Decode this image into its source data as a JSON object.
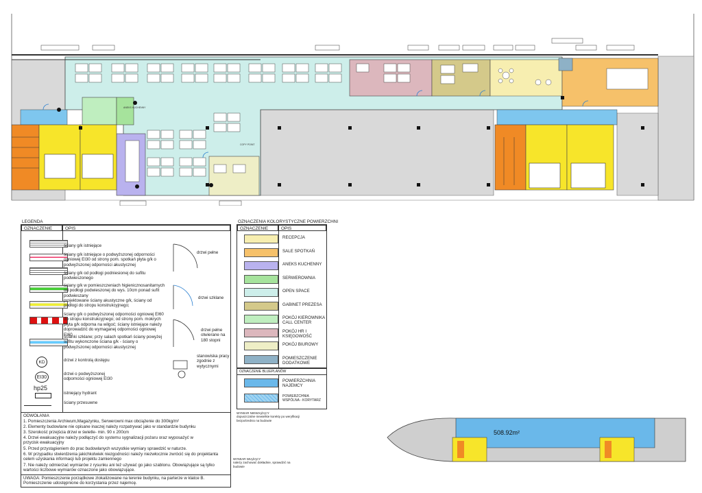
{
  "legend": {
    "title": "LEGENDA",
    "col_code": "OZNACZENIE",
    "col_desc": "OPIS",
    "items": [
      {
        "text": "ściany g/k istniejące"
      },
      {
        "text": "ściany g/k istniejące o podwyższonej odporności ogniowej EI30 od strony pom. spotkań płyta g/k o podwyższonej odporności akustycznej"
      },
      {
        "text": "ściany g/k od podłogi podniesionej do sufitu podwieszonego"
      },
      {
        "text": "ściany g/k w pomieszczeniach higienicznosanitarnych od podłogi podwieszonej do wys. 10cm ponad sufit podwieszany"
      },
      {
        "text": "projektowane ściany akustyczne g/k, ściany od podłogi do stropu konstrukcyjnego;"
      },
      {
        "text": "ściany g/k o podwyższonej odporności ogniowej EI60 do stropu konstrukcyjnego; od strony pom. mokrych płyta g/k odporna na wilgoć; ściany istniejące należy doprowadzić do wymaganej odporności ogniowej EI60"
      },
      {
        "text": "ścianki szklane; przy salach spotkań ściany powyżej sufitu wykonczone ściana g/k - ściany o podwyższonej odporności akustycznej"
      },
      {
        "text": "drzwi z kontrolą dostępu",
        "symbol": "KD"
      },
      {
        "text": "drzwi o podwyższonej odporności ogniowej EI30",
        "symbol": "EI30"
      },
      {
        "text": "istniejący hydrant",
        "symbol": "hp25"
      },
      {
        "text": "ściany przesuwne"
      }
    ],
    "door_items": [
      {
        "text": "drzwi pełne"
      },
      {
        "text": "drzwi szklane"
      },
      {
        "text": "drzwi pełne otwierane na 180 stopni"
      },
      {
        "text": "stanowiska pracy zgodnie z wytycznymi"
      }
    ],
    "notes_title": "ODWOŁANIA",
    "notes": [
      "1. Pomieszczenia Archiwum,Magazynku, Serwerowni max obciążenie do 300kg/m²",
      "2. Elementy budowlane nie opisane inaczej należy rozpatrywać jako w standardzie budynku",
      "3. Szerokość przejścia drzwi w świetle- min. 90 x 200cm",
      "4. Drzwi ewakuacyjne należy podłączyć do systemu sygnalizacji pożaru oraz wyposażyć w przycisk ewakuacyjny",
      "5. Przed przystąpieniem do prac budowlanych wszystkie wymiary sprawdzić w naturze.",
      "6. W przypadku stwierdzenia jakichkolwiek niezgodności należy niezwłocznie zwrócić się do projektanta celem uzyskania informacji lub projektu zamiennego",
      "7. Nie należy odmierzać wymiarów z rysunku ani też używać go jako szablonu. Obowiązujące są tylko wartości liczbowe wymiarów oznaczone jako obowiązujące."
    ],
    "warning": "UWAGA: Pomieszczenie porządkowe zlokalizowane na terenie budynku, na parterze w klatce B. Pomieszczenie udostępnione do korzystania przez najemcę."
  },
  "colors_legend": {
    "title": "OZNACZENIA KOLORYSTYCZNE POWIERZCHNI",
    "col_code": "OZNACZENIE",
    "col_desc": "OPIS",
    "items": [
      {
        "label": "RECEPCJA",
        "color": "#f7eeb0"
      },
      {
        "label": "SALE SPOTKAŃ",
        "color": "#f6c16a"
      },
      {
        "label": "ANEKS KUCHENNY",
        "color": "#b9b2ee"
      },
      {
        "label": "SERWEROWNIA",
        "color": "#a6e39c"
      },
      {
        "label": "OPEN SPACE",
        "color": "#cdeeea"
      },
      {
        "label": "GABINET PREZESA",
        "color": "#d4c98a"
      },
      {
        "label": "POKÓJ KIEROWNIKA CALL CENTER",
        "color": "#bfeebf"
      },
      {
        "label": "POKÓJ HR I KSIĘGOWOŚĆ",
        "color": "#dcb7bd"
      },
      {
        "label": "POKÓJ BIUROWY",
        "color": "#eeeec6"
      },
      {
        "label": "POMIESZCZENIE DODATKOWE",
        "color": "#8eb1c6"
      }
    ],
    "blueplan_title": "OZNACZENIE BLUEPLANÓW",
    "blueplan_items": [
      {
        "label": "POWIERZCHNIA NAJEMCY",
        "color": "#6ab8ea"
      },
      {
        "label": "POWIERZCHNIA WSPÓLNA - KORYTARZ",
        "color": "#9fd3f1"
      }
    ]
  },
  "keyplan": {
    "area": "508.92m²",
    "note1_title": "WYMIAR NIEWIĄŻĄCY",
    "note1": "dopuszczalne niewielkie korekty po weryfikacji bezpośrednio na budowie",
    "note2_title": "WYMIAR WIĄŻĄCY",
    "note2": "należy zachować dokładnie, sprawdzić na budowie"
  },
  "plan": {
    "kitchen_label": "ANEKS KUCHENNY",
    "copy_label": "COPY POINT"
  }
}
